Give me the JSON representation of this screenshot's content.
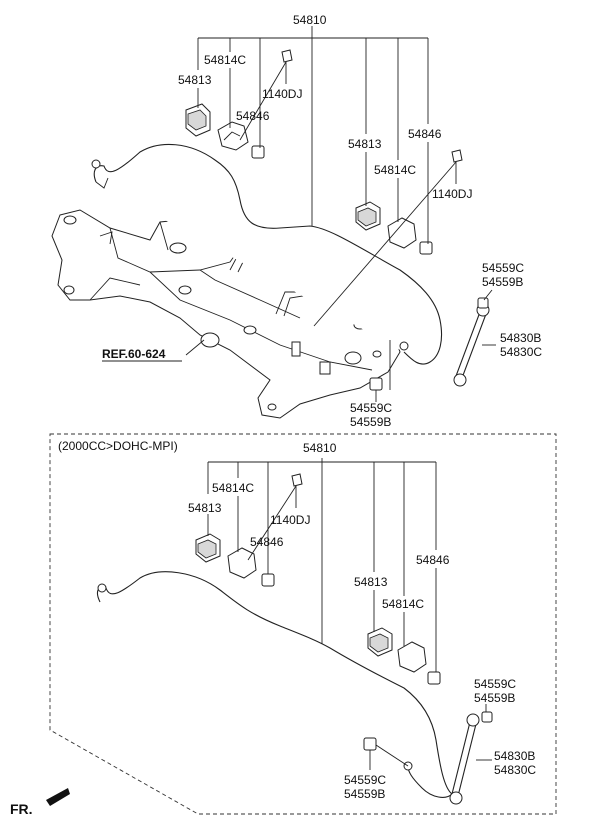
{
  "top": {
    "bar_label": "54810",
    "bushing_l": "54813",
    "bracket_l": "54814C",
    "bolt_l": "1140DJ",
    "nut_l": "54846",
    "bushing_r": "54813",
    "nut_r": "54846",
    "bracket_r": "54814C",
    "bolt_r": "1140DJ",
    "link_nut_a": "54559C",
    "link_nut_b": "54559B",
    "link_a": "54830B",
    "link_b": "54830C",
    "lower_nut_a": "54559C",
    "lower_nut_b": "54559B",
    "ref": "REF.60-624"
  },
  "bottom": {
    "caption": "(2000CC>DOHC-MPI)",
    "bar_label": "54810",
    "bracket_l": "54814C",
    "bushing_l": "54813",
    "bolt_l": "1140DJ",
    "nut_l": "54846",
    "nut_r": "54846",
    "bushing_r": "54813",
    "bracket_r": "54814C",
    "link_nut_a": "54559C",
    "link_nut_b": "54559B",
    "link_a": "54830B",
    "link_b": "54830C",
    "lower_nut_a": "54559C",
    "lower_nut_b": "54559B"
  },
  "footer": {
    "fr": "FR."
  }
}
